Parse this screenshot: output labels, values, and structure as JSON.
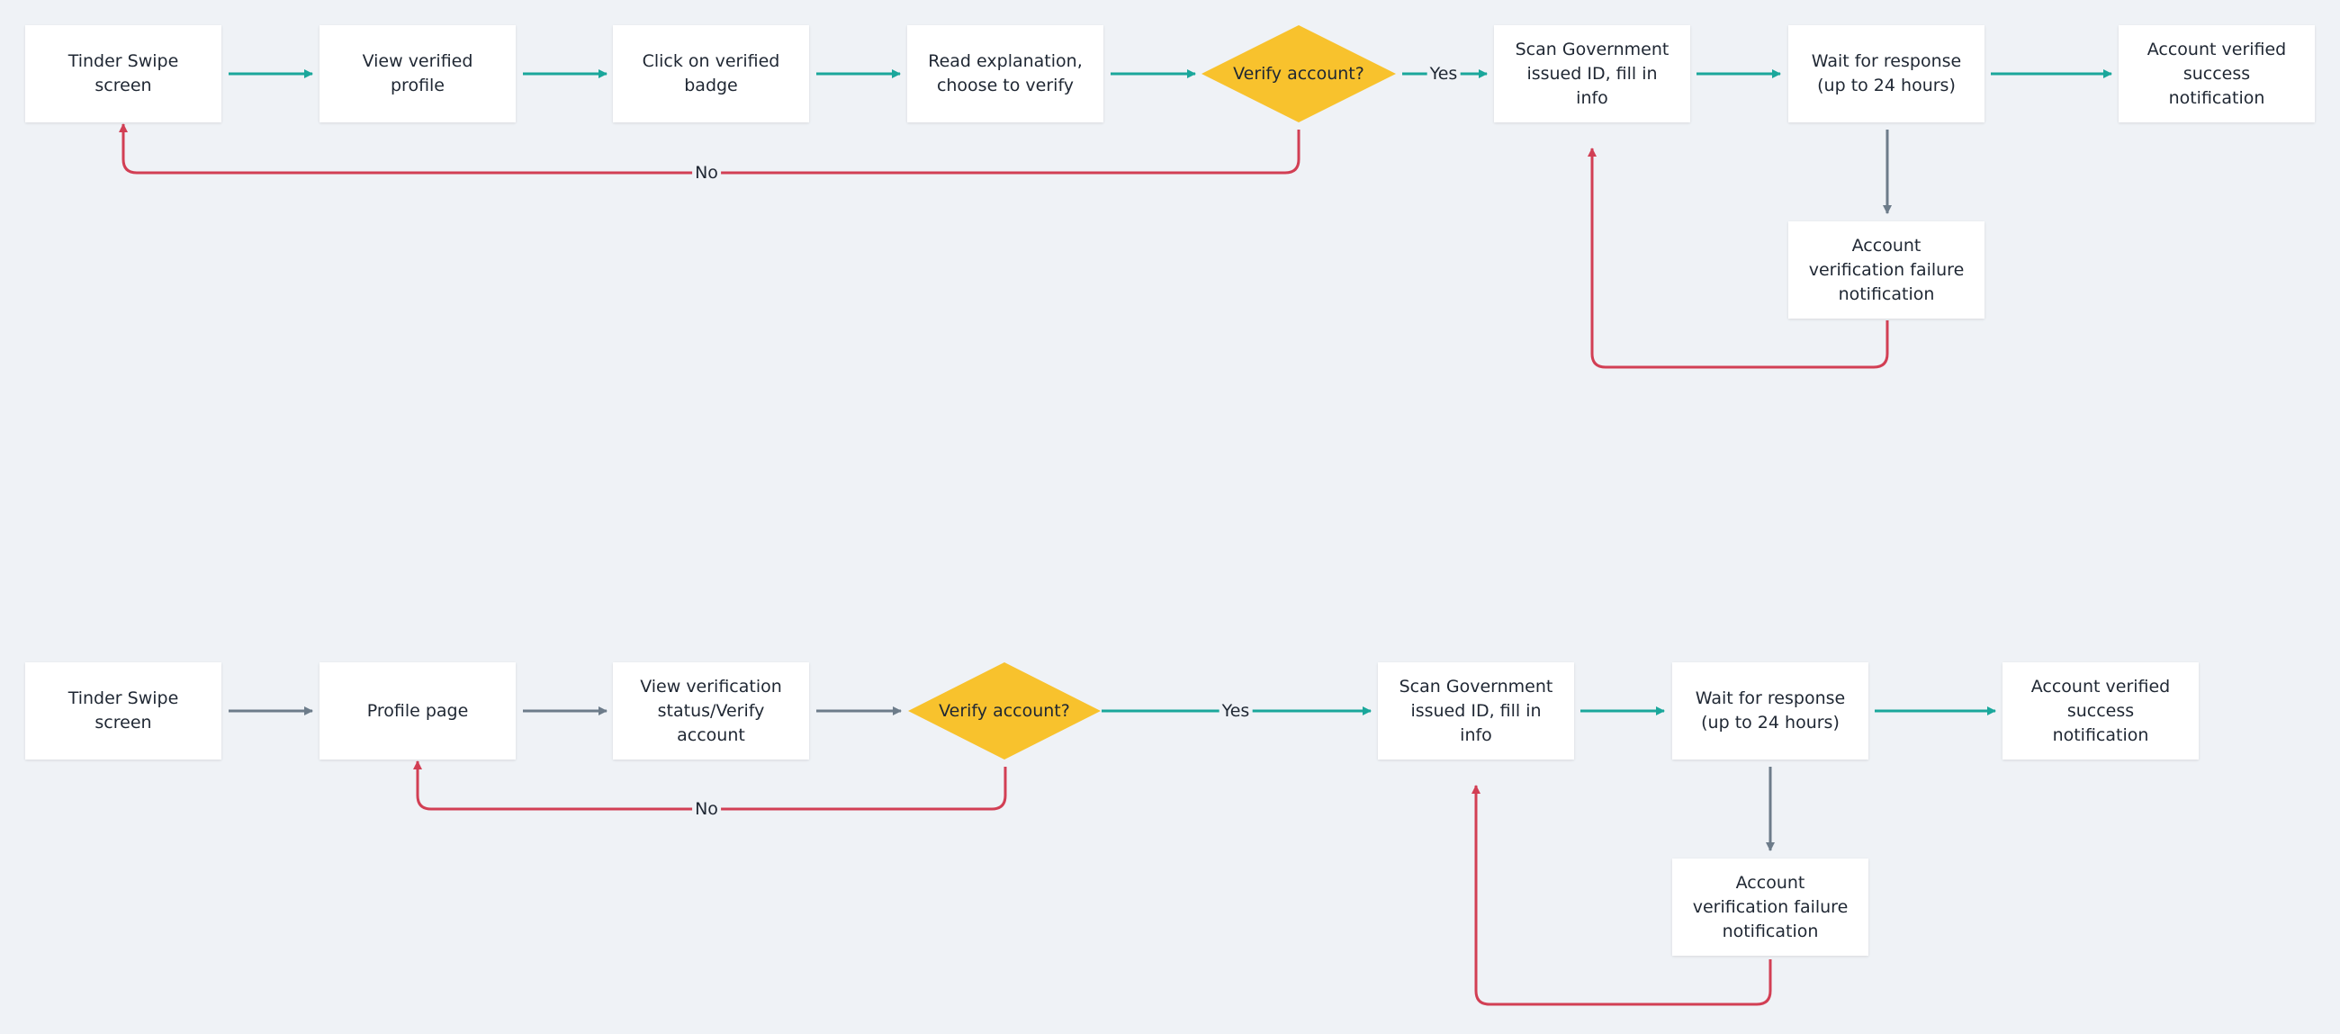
{
  "colors": {
    "background": "#eff2f6",
    "node_fill": "#ffffff",
    "decision_fill": "#f8c22d",
    "flow_teal": "#1aa79b",
    "flow_gray": "#6d7c8a",
    "flow_red": "#d23f54"
  },
  "flow1": {
    "n1": "Tinder Swipe screen",
    "n2": "View verified profile",
    "n3": "Click on verified badge",
    "n4": "Read explanation, choose to verify",
    "decision": "Verify account?",
    "yes": "Yes",
    "no": "No",
    "n6": "Scan Government issued ID, fill in info",
    "n7": "Wait for response (up to 24 hours)",
    "n8": "Account verified success notification",
    "n9": "Account verification failure notification"
  },
  "flow2": {
    "n1": "Tinder Swipe screen",
    "n2": "Profile page",
    "n3": "View verification status/Verify account",
    "decision": "Verify account?",
    "yes": "Yes",
    "no": "No",
    "n5": "Scan Government issued ID, fill in info",
    "n6": "Wait for response (up to 24 hours)",
    "n7": "Account verified success notification",
    "n8": "Account verification failure notification"
  }
}
